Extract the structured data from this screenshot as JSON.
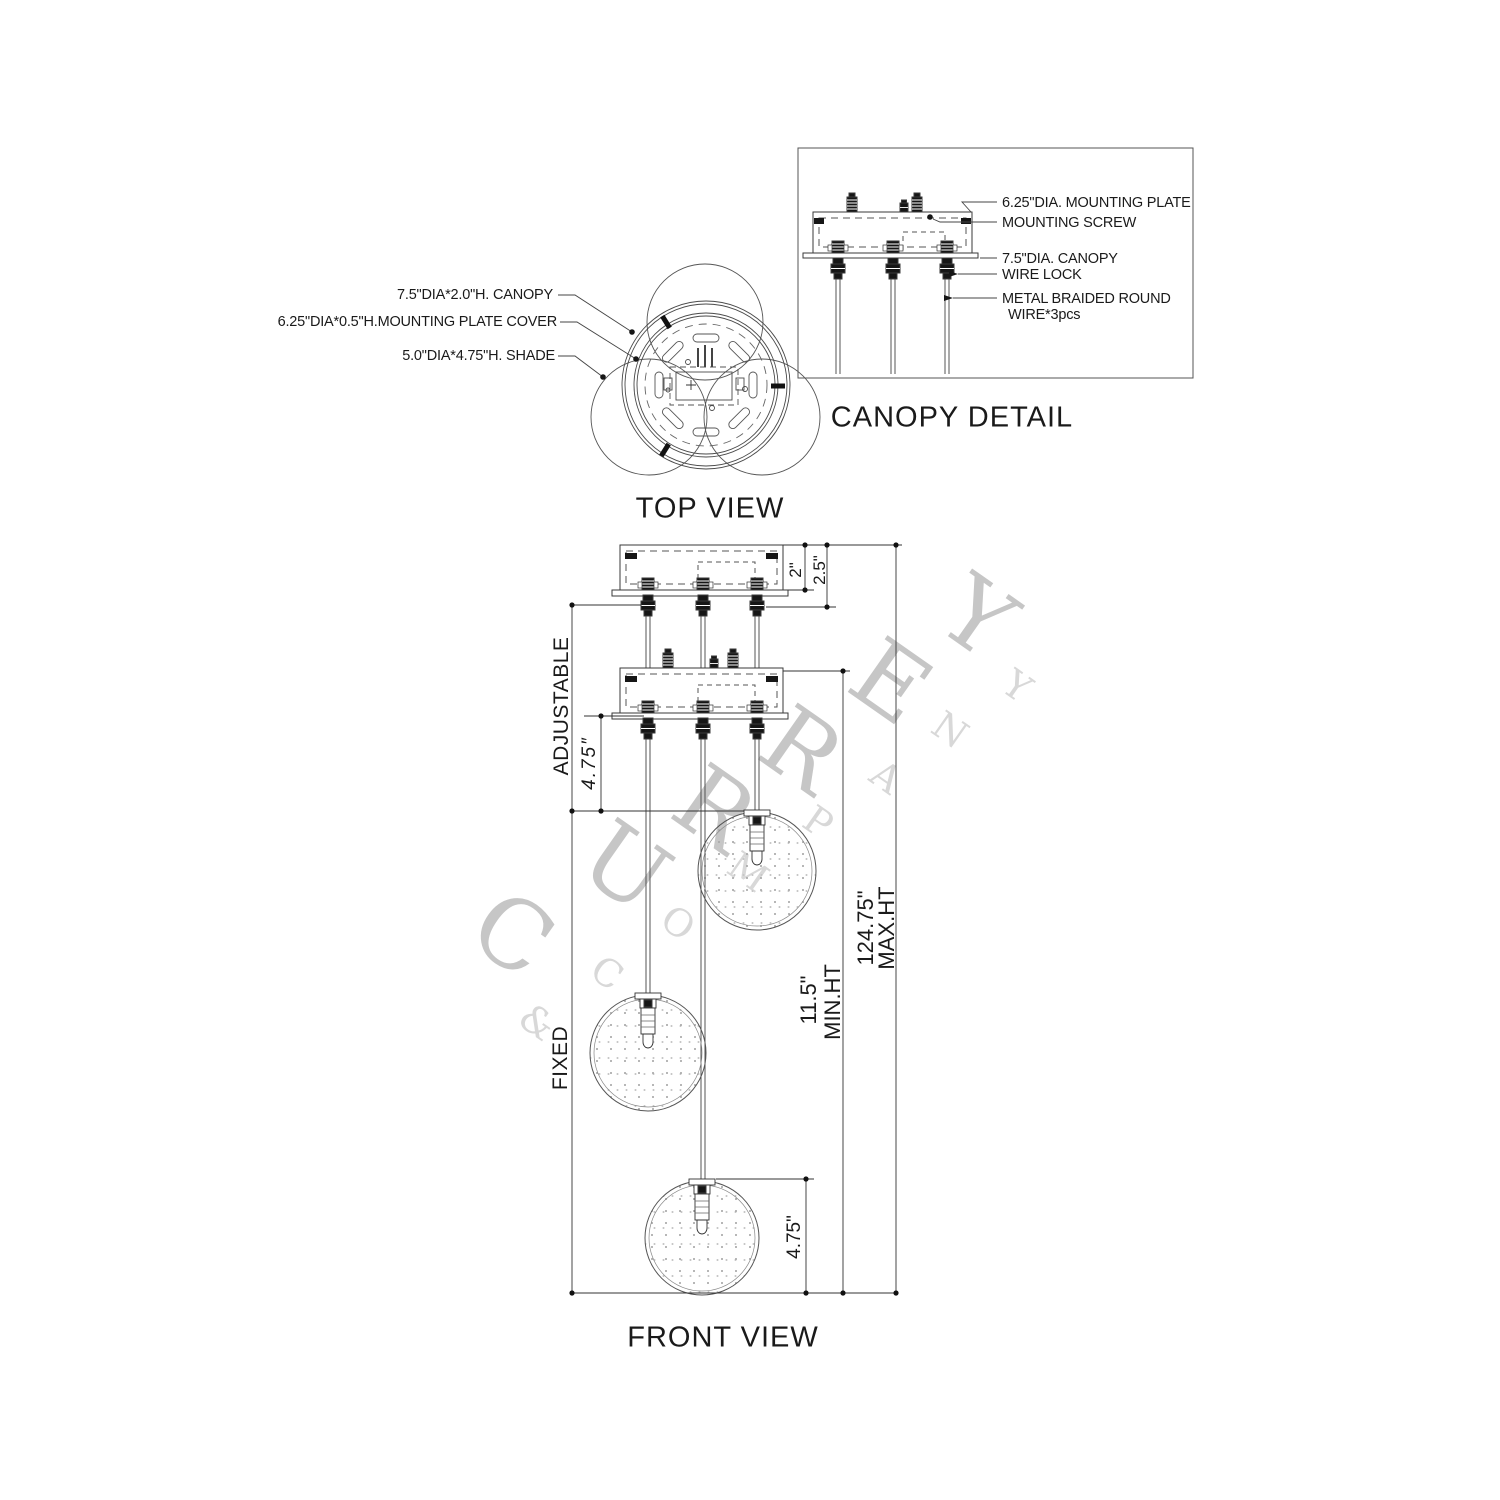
{
  "watermark": {
    "line1": "CURREY",
    "line2": "& COMPANY",
    "color_big": "#c6c6c6",
    "color_small": "#d8d8d8"
  },
  "top_view": {
    "title": "TOP VIEW",
    "callouts": {
      "canopy": "7.5\"DIA*2.0\"H. CANOPY",
      "mounting_plate_cover": "6.25\"DIA*0.5\"H.MOUNTING PLATE COVER",
      "shade": "5.0\"DIA*4.75\"H. SHADE"
    }
  },
  "canopy_detail": {
    "title": "CANOPY DETAIL",
    "labels": {
      "mounting_plate": "6.25\"DIA. MOUNTING PLATE",
      "mounting_screw": "MOUNTING SCREW",
      "canopy": "7.5\"DIA. CANOPY",
      "wire_lock": "WIRE LOCK",
      "wire_line1": "METAL BRAIDED ROUND",
      "wire_line2": "WIRE*3pcs"
    }
  },
  "front_view": {
    "title": "FRONT VIEW",
    "dims": {
      "canopy_height": "2\"",
      "canopy_total_height": "2.5\"",
      "adjustable": "ADJUSTABLE",
      "adjuster_drop": "4.75″",
      "fixed": "FIXED",
      "min_height_value": "11.5\"",
      "min_height_label": "MIN.HT",
      "max_height_value": "124.75\"",
      "max_height_label": "MAX.HT",
      "shade_height": "4.75\""
    }
  },
  "line_color": "#333333"
}
